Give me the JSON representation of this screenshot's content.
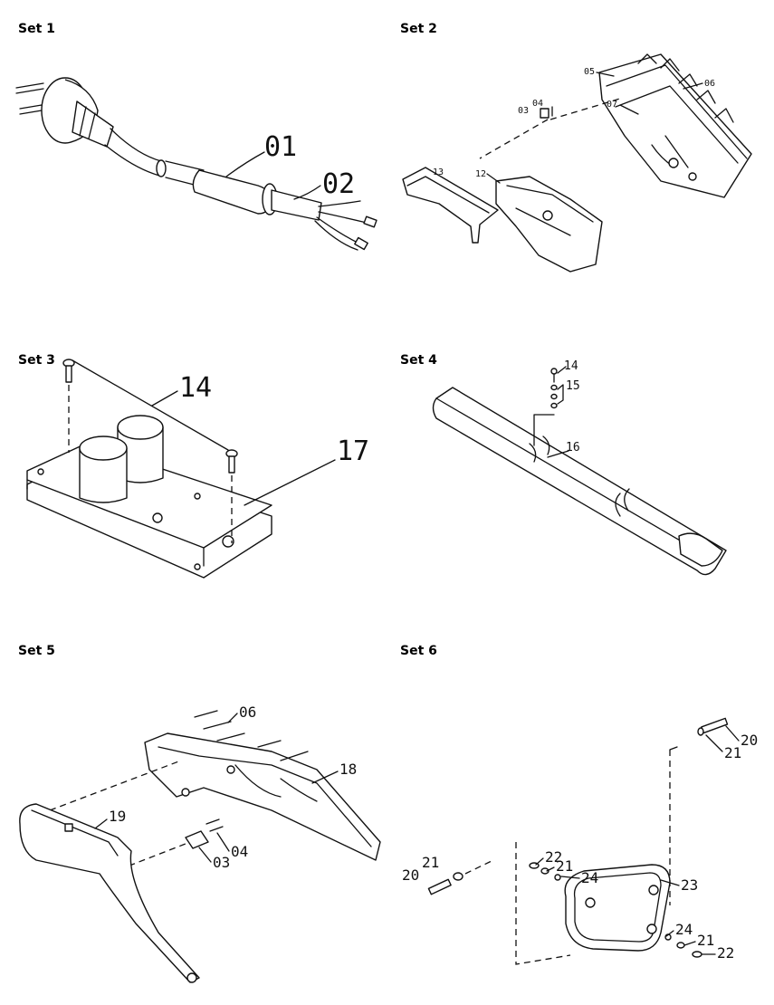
{
  "sets": [
    {
      "title": "Set 1",
      "labels": [
        "01",
        "02"
      ]
    },
    {
      "title": "Set 2",
      "labels": [
        "05",
        "06",
        "07",
        "04",
        "03",
        "13",
        "12"
      ]
    },
    {
      "title": "Set 3",
      "labels": [
        "14",
        "17"
      ]
    },
    {
      "title": "Set 4",
      "labels": [
        "14",
        "15",
        "16"
      ]
    },
    {
      "title": "Set 5",
      "labels": [
        "06",
        "18",
        "19",
        "04",
        "03"
      ]
    },
    {
      "title": "Set 6",
      "labels": [
        "20",
        "21",
        "22",
        "21",
        "24",
        "23",
        "20",
        "21",
        "24",
        "21",
        "22"
      ]
    }
  ]
}
